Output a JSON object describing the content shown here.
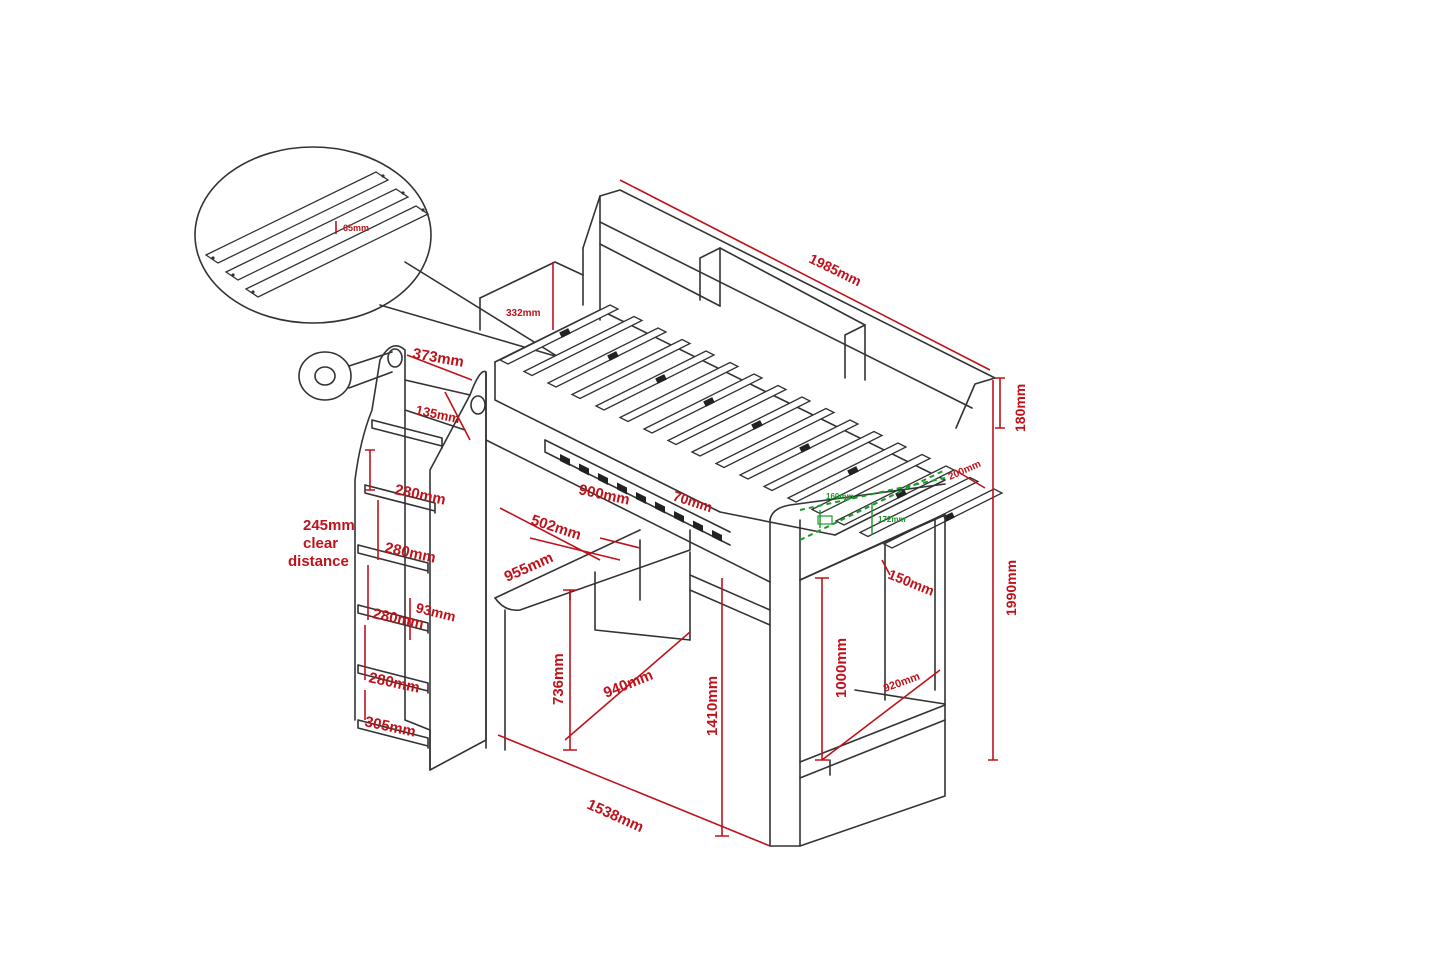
{
  "colors": {
    "dimension": "#c0121a",
    "slat_detail": "#1a9a2a",
    "outline": "#333333"
  },
  "dimensions": {
    "overall_length": "1985mm",
    "guard_height": "180mm",
    "overall_height": "1990mm",
    "mattress_depth": "200mm",
    "headboard_height": "332mm",
    "ladder_width": "373mm",
    "ladder_top": "135mm",
    "step_1": "280mm",
    "step_2": "280mm",
    "step_3": "280mm",
    "step_4": "280mm",
    "step_bottom": "305mm",
    "step_depth": "93mm",
    "clear_line1": "245mm",
    "clear_line2": "clear",
    "clear_line3": "distance",
    "bed_width": "900mm",
    "slat_gap": "70mm",
    "desk_depth": "502mm",
    "desk_width": "955mm",
    "desk_height": "736mm",
    "under_length": "940mm",
    "underbed_height": "1410mm",
    "under_clearance": "1000mm",
    "base_width": "920mm",
    "base_length": "1538mm",
    "rail_gap": "150mm",
    "slat_width_inset": "65mm",
    "slat_spacing": "160mm",
    "slat_thickness": "172mm"
  }
}
